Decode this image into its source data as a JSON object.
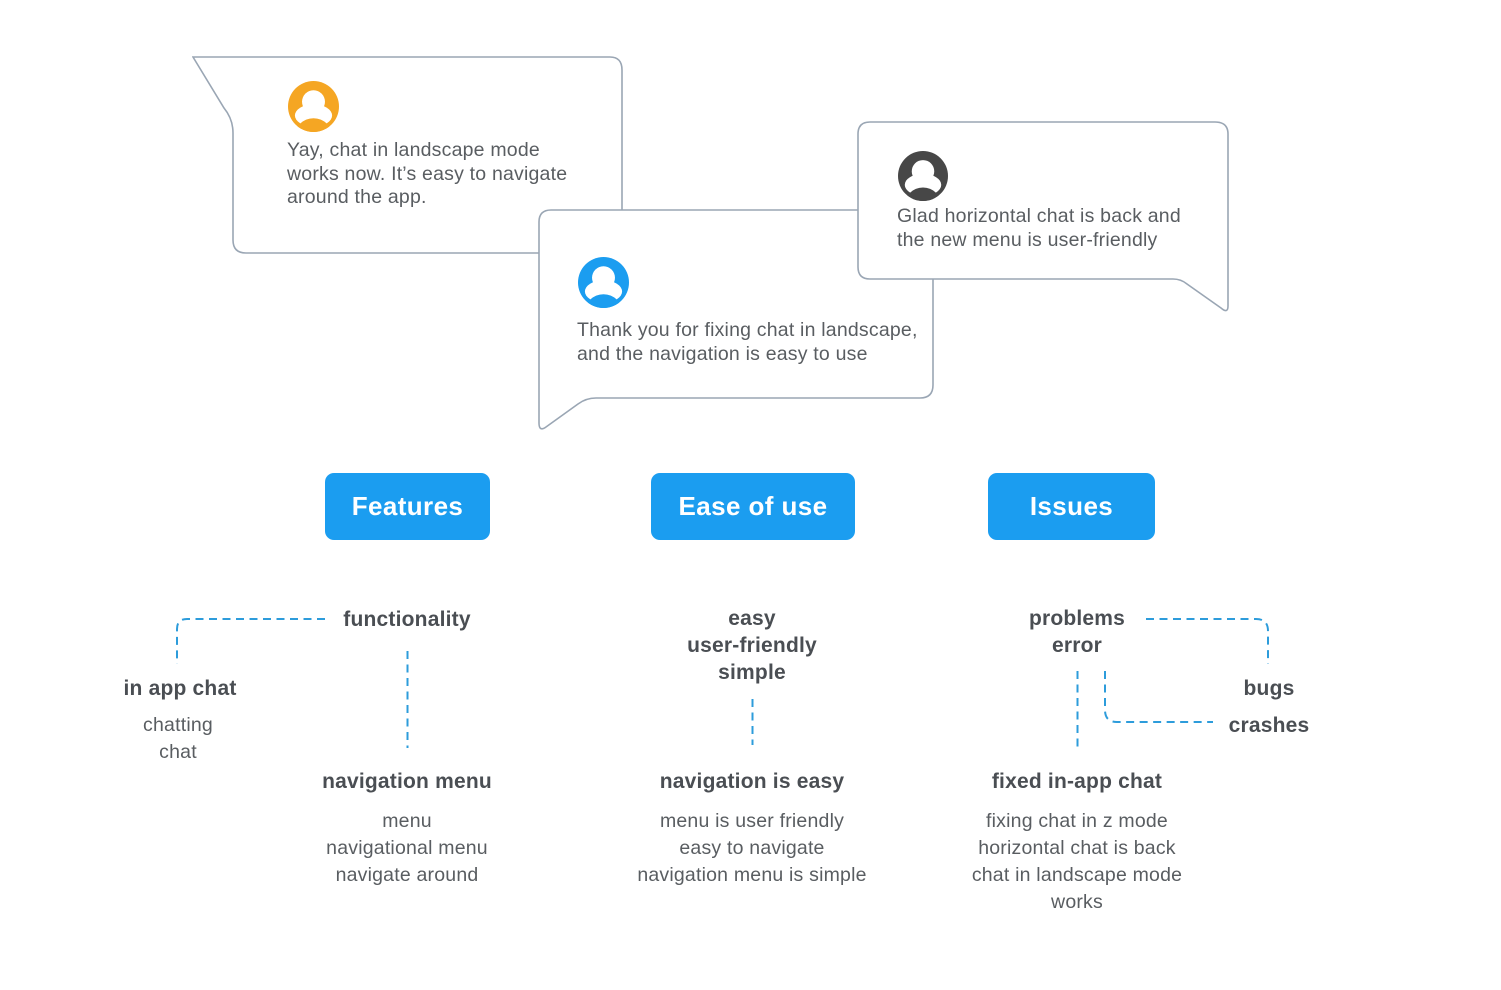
{
  "colors": {
    "accent_blue": "#1b9df0",
    "dashed_blue": "#2d9cdb",
    "avatar_orange": "#f5a623",
    "avatar_blue": "#1b9df0",
    "avatar_dark": "#474747",
    "bubble_border": "#9aa6b4",
    "text_primary": "#4a4e53",
    "text_secondary": "#595d61"
  },
  "bubbles": [
    {
      "avatar": "orange-user",
      "text": "Yay, chat in landscape mode\nworks now. It’s easy to navigate\naround the app."
    },
    {
      "avatar": "blue-user",
      "text": "Thank you for fixing chat in landscape,\nand the navigation is easy to use"
    },
    {
      "avatar": "dark-user",
      "text": "Glad horizontal chat is back and\nthe new menu is user-friendly"
    }
  ],
  "buttons": [
    {
      "label": "Features"
    },
    {
      "label": "Ease of use"
    },
    {
      "label": "Issues"
    }
  ],
  "keywords": {
    "features": {
      "functionality": "functionality",
      "in_app_chat": "in app chat",
      "in_app_chat_synonyms": "chatting\nchat",
      "navigation_menu": "navigation menu",
      "navigation_menu_synonyms": "menu\nnavigational menu\nnavigate around"
    },
    "ease_of_use": {
      "terms": "easy\nuser-friendly\nsimple",
      "navigation_is_easy": "navigation is easy",
      "navigation_is_easy_synonyms": "menu is user friendly\neasy to navigate\nnavigation menu is simple"
    },
    "issues": {
      "terms": "problems\nerror",
      "bugs": "bugs",
      "crashes": "crashes",
      "fixed_in_app_chat": "fixed in-app chat",
      "fixed_in_app_chat_synonyms": "fixing chat in z mode\nhorizontal chat is back\nchat in landscape mode\nworks"
    }
  }
}
